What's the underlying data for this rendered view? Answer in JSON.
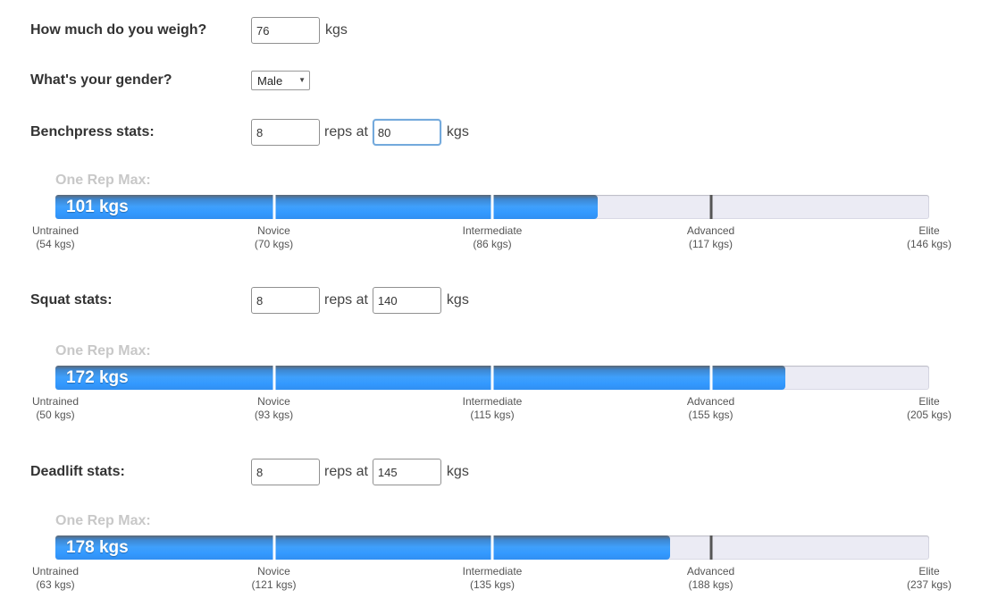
{
  "colors": {
    "bar_fill": "#3399ff",
    "bar_track": "#ebebf4",
    "tick_on_fill": "#ffffff",
    "tick_on_track": "#555555",
    "focus_border": "#74aadc"
  },
  "form": {
    "weight": {
      "label": "How much do you weigh?",
      "value": "76",
      "unit": "kgs"
    },
    "gender": {
      "label": "What's your gender?",
      "value": "Male"
    }
  },
  "exercises": [
    {
      "label": "Benchpress stats:",
      "reps": "8",
      "reps_at_label": "reps at",
      "weight": "80",
      "unit": "kgs",
      "orm_label": "One Rep Max:",
      "one_rep_max": "101 kgs",
      "fill_percent": 62.1,
      "tiers": [
        {
          "name": "Untrained",
          "value": "(54 kgs)"
        },
        {
          "name": "Novice",
          "value": "(70 kgs)"
        },
        {
          "name": "Intermediate",
          "value": "(86 kgs)"
        },
        {
          "name": "Advanced",
          "value": "(117 kgs)"
        },
        {
          "name": "Elite",
          "value": "(146 kgs)"
        }
      ]
    },
    {
      "label": "Squat stats:",
      "reps": "8",
      "reps_at_label": "reps at",
      "weight": "140",
      "unit": "kgs",
      "orm_label": "One Rep Max:",
      "one_rep_max": "172 kgs",
      "fill_percent": 83.5,
      "tiers": [
        {
          "name": "Untrained",
          "value": "(50 kgs)"
        },
        {
          "name": "Novice",
          "value": "(93 kgs)"
        },
        {
          "name": "Intermediate",
          "value": "(115 kgs)"
        },
        {
          "name": "Advanced",
          "value": "(155 kgs)"
        },
        {
          "name": "Elite",
          "value": "(205 kgs)"
        }
      ]
    },
    {
      "label": "Deadlift stats:",
      "reps": "8",
      "reps_at_label": "reps at",
      "weight": "145",
      "unit": "kgs",
      "orm_label": "One Rep Max:",
      "one_rep_max": "178 kgs",
      "fill_percent": 70.3,
      "tiers": [
        {
          "name": "Untrained",
          "value": "(63 kgs)"
        },
        {
          "name": "Novice",
          "value": "(121 kgs)"
        },
        {
          "name": "Intermediate",
          "value": "(135 kgs)"
        },
        {
          "name": "Advanced",
          "value": "(188 kgs)"
        },
        {
          "name": "Elite",
          "value": "(237 kgs)"
        }
      ]
    }
  ]
}
